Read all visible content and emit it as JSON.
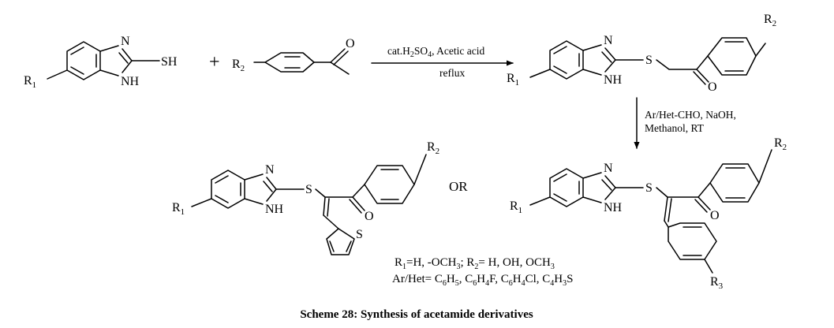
{
  "atoms": {
    "n": "N",
    "nh": "NH",
    "s": "S",
    "sh": "SH",
    "o": "O",
    "r1": "R1",
    "r2": "R2",
    "r3": "R3"
  },
  "step1": {
    "catalyst": "cat.H2SO4, Acetic acid",
    "condition": "reflux"
  },
  "step2": {
    "reagents": "Ar/Het-CHO, NaOH,",
    "solvent": "Methanol, RT"
  },
  "operators": {
    "plus": "+",
    "or": "OR"
  },
  "substituents": {
    "line1": "R1=H, -OCH3; R2= H, OH, OCH3",
    "line2": "Ar/Het= C6H5, C6H4F, C6H4Cl, C4H3S"
  },
  "caption": "Scheme 28: Synthesis of acetamide derivatives"
}
